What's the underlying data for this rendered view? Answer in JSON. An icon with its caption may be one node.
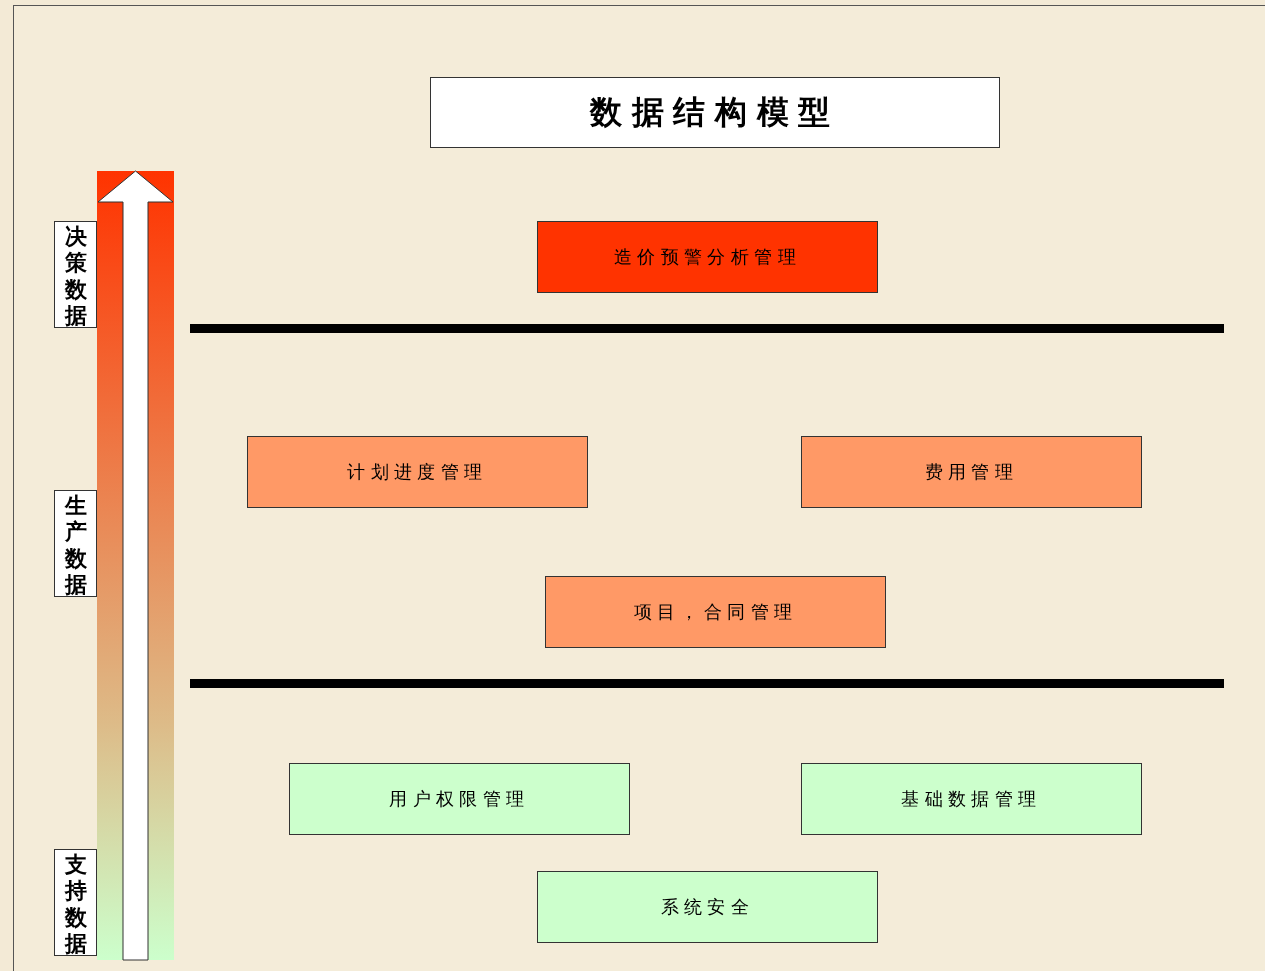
{
  "diagram": {
    "title": "数据结构模型",
    "nodes": [
      {
        "text": [
          "决策数据"
        ]
      },
      {
        "text": [
          "生产数据"
        ]
      },
      {
        "text": [
          "支持数据"
        ]
      },
      {
        "text": [
          "造价预警分析管理"
        ]
      },
      {
        "text": [
          "计划进度管理"
        ]
      },
      {
        "text": [
          "费用管理"
        ]
      },
      {
        "text": [
          "项目，合同管理"
        ]
      },
      {
        "text": [
          "用户权限管理"
        ]
      },
      {
        "text": [
          "基础数据管理"
        ]
      },
      {
        "text": [
          "系统安全"
        ]
      }
    ]
  }
}
